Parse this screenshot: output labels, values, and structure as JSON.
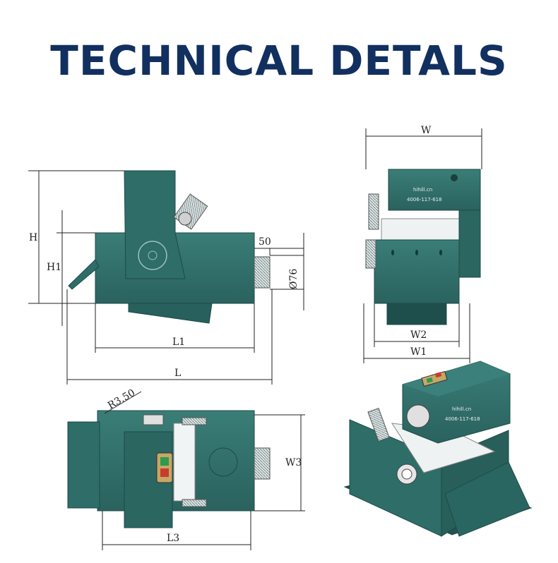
{
  "title": "TECHNICAL DETALS",
  "colors": {
    "title": "#12305f",
    "machine": "#2f6f6a",
    "machine_dark": "#1f4f4c",
    "line": "#222222"
  },
  "side_view": {
    "H": "H",
    "H1": "H1",
    "dim_50": "50",
    "dia_76": "Ø76",
    "L1": "L1",
    "L": "L"
  },
  "front_view": {
    "W": "W",
    "W2": "W2",
    "W1": "W1",
    "brand": "hihill.cn",
    "phone": "4006-117-618"
  },
  "top_view": {
    "R": "R3.50",
    "W3": "W3",
    "L3": "L3"
  },
  "iso_view": {
    "brand": "hihill.cn",
    "phone": "4006-117-618"
  }
}
